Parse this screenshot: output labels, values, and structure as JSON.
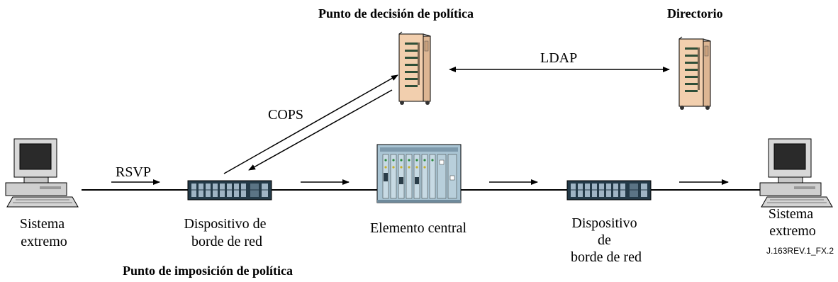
{
  "headings": {
    "pdp": "Punto de decisión de política",
    "directory": "Directorio",
    "pep": "Punto de imposición de política"
  },
  "protocols": {
    "ldap": "LDAP",
    "cops": "COPS",
    "rsvp": "RSVP"
  },
  "nodes": {
    "left_host": [
      "Sistema",
      "extremo"
    ],
    "edge_left": [
      "Dispositivo de",
      "borde de red"
    ],
    "core": "Elemento central",
    "edge_right": [
      "Dispositivo",
      "de",
      "borde de red"
    ],
    "right_host": [
      "Sistema",
      "extremo"
    ]
  },
  "figure_id": "J.163REV.1_FX.2",
  "colors": {
    "server_body": "#f2cfae",
    "server_side": "#ddb693",
    "device_dark": "#243a48",
    "device_slot": "#9fb4c4",
    "core_body": "#a9c4d3",
    "computer_body": "#d8d8d8",
    "screen": "#2a2a2a"
  },
  "icons": [
    "server-icon",
    "switch-icon",
    "core-router-icon",
    "computer-icon",
    "arrow-icon"
  ]
}
